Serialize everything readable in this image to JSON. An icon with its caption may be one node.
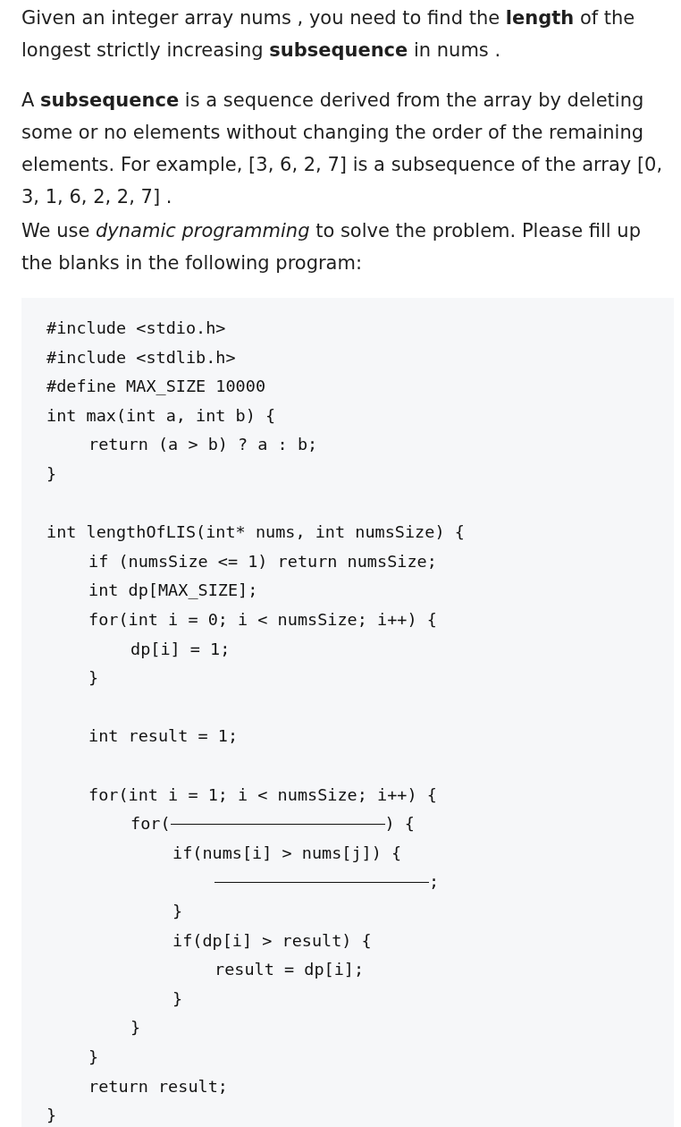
{
  "diagram": {
    "labels": [
      "Given an integer array nums , you need to find the **length** of the longest strictly increasing **subsequence** in nums .",
      "A **subsequence** is a sequence derived from the array by deleting some or no elements without changing the order of the remaining elements. For example, [3, 6, 2, 7] is a subsequence of the array [0, 3, 1, 6, 2, 2, 7] .",
      "We use *dynamic programming* to solve the problem.  Please fill up the blanks in the following program:",
      "#include <stdio.h>",
      "#include <stdlib.h>",
      "#define MAX_SIZE 10000",
      "int max(int a, int b) {",
      "return (a > b) ? a : b;",
      "}",
      "int lengthOfLIS(int* nums, int numsSize) {",
      "if (numsSize <= 1) return numsSize;",
      "int dp[MAX_SIZE];",
      "for(int i = 0; i < numsSize; i++) {",
      "dp[i] = 1;",
      "}",
      "int result = 1;",
      "for(int i = 1; i < numsSize; i++) {",
      "for(",
      ") {",
      "if(nums[i] > nums[j]) {",
      ";",
      "}",
      "if(dp[i] > result) {",
      "result = dp[i];",
      "}",
      "}",
      "}",
      "return result;",
      "}"
    ]
  }
}
